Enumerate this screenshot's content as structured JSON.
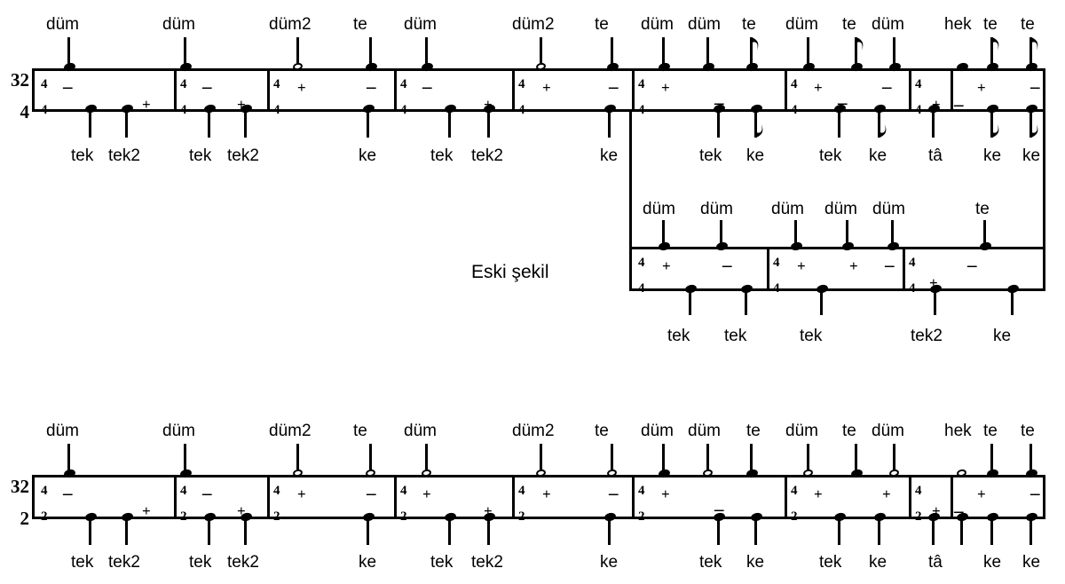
{
  "figure": {
    "title": "Usul rhythm notation (Turkish/Ottoman percussion)",
    "caption_label": "Eski şekil",
    "ink_color": "#000000",
    "paper_color": "#ffffff"
  },
  "systems": [
    {
      "id": "system-top",
      "global_time_signature": {
        "numerator": "32",
        "denominator": "4"
      },
      "measure_time_signature": {
        "numerator": "4",
        "denominator": "4"
      },
      "measure_count": 9,
      "upper_syllables": [
        "düm",
        "düm",
        "düm2",
        "te",
        "düm",
        "düm2",
        "te",
        "düm",
        "düm",
        "te",
        "düm",
        "te",
        "düm",
        "hek",
        "te",
        "te"
      ],
      "lower_syllables": [
        "tek",
        "tek2",
        "tek",
        "tek2",
        "ke",
        "tek",
        "tek2",
        "ke",
        "tek",
        "ke",
        "tek",
        "ke",
        "tâ",
        "ke",
        "ke"
      ]
    },
    {
      "id": "system-middle",
      "measure_time_signature": {
        "numerator": "4",
        "denominator": "4"
      },
      "measure_count": 3,
      "upper_syllables": [
        "düm",
        "düm",
        "düm",
        "düm",
        "düm",
        "te"
      ],
      "lower_syllables": [
        "tek",
        "tek",
        "tek",
        "tek2",
        "ke"
      ]
    },
    {
      "id": "system-bottom",
      "global_time_signature": {
        "numerator": "32",
        "denominator": "2"
      },
      "measure_time_signature": {
        "numerator": "4",
        "denominator": "2"
      },
      "measure_count": 9,
      "upper_syllables": [
        "düm",
        "düm",
        "düm2",
        "te",
        "düm",
        "düm2",
        "te",
        "düm",
        "düm",
        "te",
        "düm",
        "te",
        "düm",
        "hek",
        "te",
        "te"
      ],
      "lower_syllables": [
        "tek",
        "tek2",
        "tek",
        "tek2",
        "ke",
        "tek",
        "tek2",
        "ke",
        "tek",
        "ke",
        "tek",
        "ke",
        "tâ",
        "ke",
        "ke"
      ]
    }
  ],
  "articulation_marks": {
    "plus": "+",
    "minus": "–"
  }
}
